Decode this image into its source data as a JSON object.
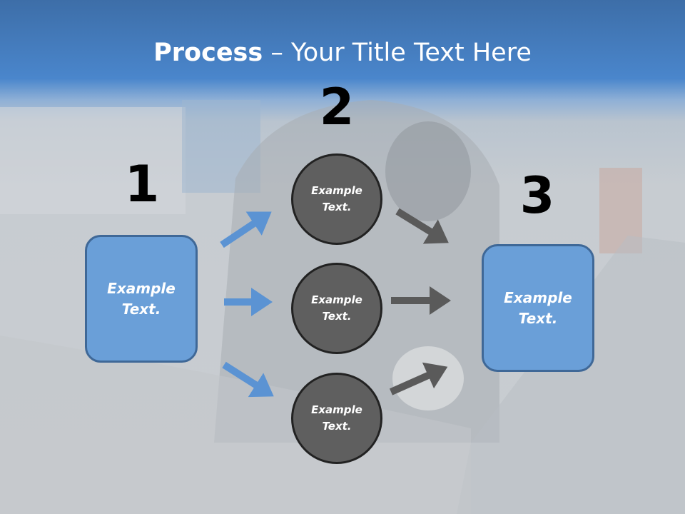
{
  "title": {
    "bold": "Process",
    "rest": " – Your Title Text Here"
  },
  "steps": {
    "one": "1",
    "two": "2",
    "three": "3"
  },
  "left_box": {
    "line1": "Example",
    "line2": "Text."
  },
  "right_box": {
    "line1": "Example",
    "line2": "Text."
  },
  "circles": [
    {
      "line1": "Example",
      "line2": "Text."
    },
    {
      "line1": "Example",
      "line2": "Text."
    },
    {
      "line1": "Example",
      "line2": "Text."
    }
  ],
  "colors": {
    "box_fill": "#6a9fd8",
    "circle_fill": "#5f5f5f",
    "blue_arrow": "#5b93d3",
    "gray_arrow": "#5a5a5a",
    "title_band": "#4a86cc"
  }
}
